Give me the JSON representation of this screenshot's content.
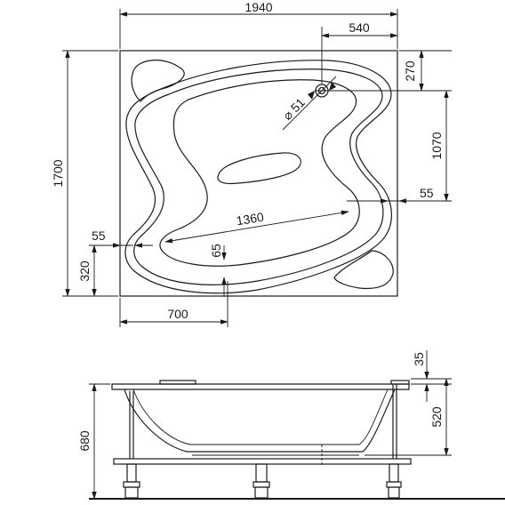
{
  "top_view": {
    "dims": {
      "total_width": "1940",
      "drain_offset_x": "540",
      "drain_offset_y": "270",
      "drain_to_step": "1070",
      "total_depth": "1700",
      "rim_right": "55",
      "rim_left": "55",
      "left_bottom": "320",
      "inner_length": "1360",
      "inner_offset": "65",
      "left_offset": "700",
      "drain_diameter": "⌀ 51"
    }
  },
  "side_view": {
    "dims": {
      "rim_height": "35",
      "tub_depth": "520",
      "total_height": "680"
    }
  }
}
